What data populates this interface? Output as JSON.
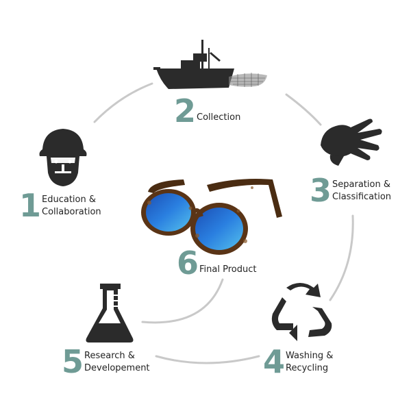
{
  "colors": {
    "accent_number": "#6f9b95",
    "icon_ink": "#2b2b2b",
    "ring": "#c9c9c9",
    "lens_blue": "#2a7fe0",
    "frame_tortoise": "#5a3416"
  },
  "steps": [
    {
      "number": "1",
      "line1": "Education &",
      "line2": "Collaboration",
      "icon": "fisherman-face-icon"
    },
    {
      "number": "2",
      "line1": "Collection",
      "line2": "",
      "icon": "fishing-boat-icon"
    },
    {
      "number": "3",
      "line1": "Separation &",
      "line2": "Classification",
      "icon": "grabbing-hand-icon"
    },
    {
      "number": "4",
      "line1": "Washing &",
      "line2": "Recycling",
      "icon": "recycle-arrows-icon"
    },
    {
      "number": "5",
      "line1": "Research &",
      "line2": "Developement",
      "icon": "lab-flask-icon"
    },
    {
      "number": "6",
      "line1": "Final Product",
      "line2": "",
      "icon": "sunglasses-product-image"
    }
  ]
}
